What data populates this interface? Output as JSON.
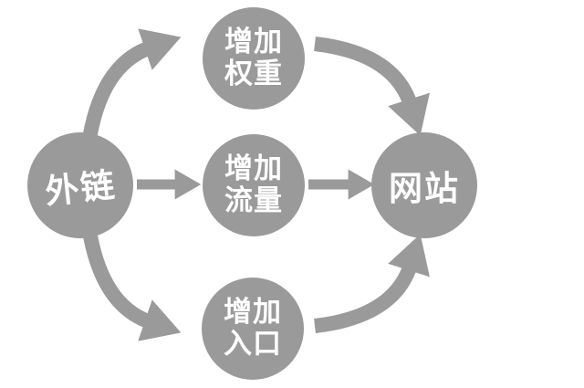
{
  "diagram": {
    "colors": {
      "background": "#ffffff",
      "node": "#9a9a9a",
      "arrow": "#9a9a9a",
      "text": "#ffffff"
    },
    "nodes": {
      "external_links": {
        "label": "外链"
      },
      "increase_weight": {
        "line1": "增加",
        "line2": "权重"
      },
      "increase_traffic": {
        "line1": "增加",
        "line2": "流量"
      },
      "increase_entries": {
        "line1": "增加",
        "line2": "入口"
      },
      "website": {
        "label": "网站"
      }
    },
    "arrows": [
      {
        "from": "external_links",
        "to": "increase_weight",
        "style": "curved"
      },
      {
        "from": "external_links",
        "to": "increase_traffic",
        "style": "straight"
      },
      {
        "from": "external_links",
        "to": "increase_entries",
        "style": "curved"
      },
      {
        "from": "increase_weight",
        "to": "website",
        "style": "curved"
      },
      {
        "from": "increase_traffic",
        "to": "website",
        "style": "straight"
      },
      {
        "from": "increase_entries",
        "to": "website",
        "style": "curved"
      }
    ]
  }
}
